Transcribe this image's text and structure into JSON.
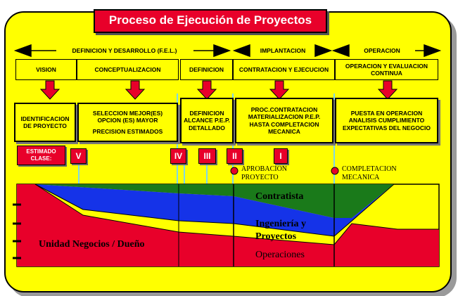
{
  "title": "Proceso de Ejecución de Proyectos",
  "phases": {
    "fel": "DEFINICION Y DESARROLLO (F.E.L.)",
    "implantacion": "IMPLANTACION",
    "operacion": "OPERACION"
  },
  "stages": {
    "vision": "VISION",
    "conceptualizacion": "CONCEPTUALIZACION",
    "definicion": "DEFINICION",
    "contratacion": "CONTRATACION Y EJECUCION",
    "operacion": "OPERACION Y EVALUACION CONTINUA"
  },
  "details": {
    "identificacion": "IDENTIFICACION DE PROYECTO",
    "seleccion_1": "SELECCION MEJOR(ES) OPCION (ES) MAYOR",
    "seleccion_2": "PRECISION ESTIMADOS",
    "definicion": "DEFINICION ALCANCE P.E.P. DETALLADO",
    "proc": "PROC.CONTRATACION MATERIALIZACION P.E.P. HASTA COMPLETACION MECANICA",
    "puesta": "PUESTA EN OPERACION ANALISIS CUMPLIMIENTO EXPECTATIVAS DEL NEGOCIO"
  },
  "estimado_label": "ESTIMADO CLASE:",
  "classes": [
    "V",
    "IV",
    "III",
    "II",
    "I"
  ],
  "milestones": {
    "aprobacion": "APROBACION PROYECTO",
    "completacion": "COMPLETACION MECANICA"
  },
  "areas": {
    "contratista": "Contratista",
    "ingenieria": "Ingeniería y Proyectos",
    "operaciones": "Operaciones",
    "unidad": "Unidad Negocios / Dueño"
  },
  "colors": {
    "background": "#ffff00",
    "red": "#e8002a",
    "green": "#1a7a1a",
    "blue": "#1533e8",
    "connector": "#7fd7e8"
  }
}
